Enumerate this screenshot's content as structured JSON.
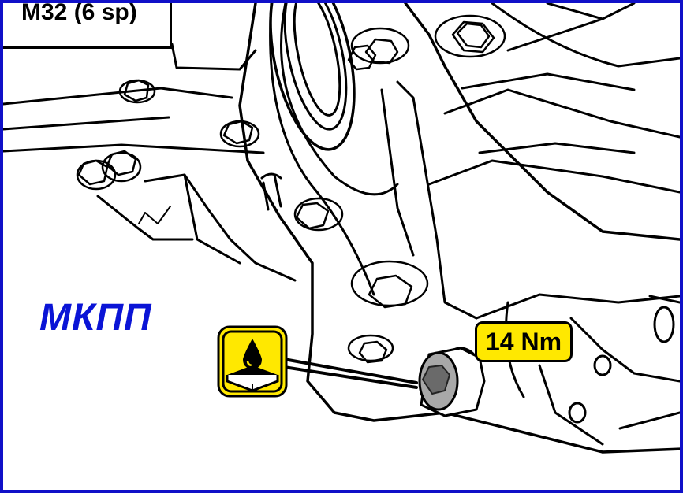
{
  "title": "M32 (6 sp)",
  "gearbox_label": "МКПП",
  "torque_label": "14 Nm",
  "icons": {
    "oil": "oil-drain-plug-icon"
  },
  "colors": {
    "frame": "#1010c8",
    "label": "#0a14d6",
    "badge": "#ffe800"
  }
}
